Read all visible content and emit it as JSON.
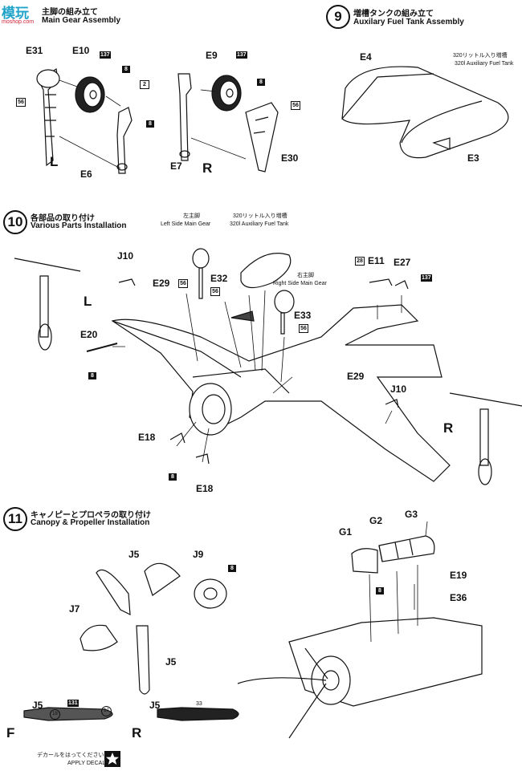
{
  "watermark": {
    "logo": "模玩",
    "url": "moshop.com"
  },
  "step8": {
    "title_jp": "主脚の組み立て",
    "title_en": "Main Gear Assembly"
  },
  "step9": {
    "num": "9",
    "title_jp": "増槽タンクの組み立て",
    "title_en": "Auxilary Fuel Tank Assembly",
    "note_jp": "320リットル入り増槽",
    "note_en": "320l Auxiliary Fuel Tank"
  },
  "step10": {
    "num": "10",
    "title_jp": "各部品の取り付け",
    "title_en": "Various Parts Installation",
    "left_gear_jp": "左主脚",
    "left_gear_en": "Left Side Main Gear",
    "tank_jp": "320リットル入り増槽",
    "tank_en": "320l Auxiliary Fuel Tank",
    "right_gear_jp": "右主脚",
    "right_gear_en": "Right Side Main Gear"
  },
  "step11": {
    "num": "11",
    "title_jp": "キャノピーとプロペラの取り付け",
    "title_en": "Canopy & Propeller Installation"
  },
  "parts": {
    "E31": "E31",
    "E10": "E10",
    "E9": "E9",
    "E6": "E6",
    "E7": "E7",
    "E30": "E30",
    "E4": "E4",
    "E3": "E3",
    "J10a": "J10",
    "J10b": "J10",
    "E29a": "E29",
    "E29b": "E29",
    "E32": "E32",
    "E33": "E33",
    "E11": "E11",
    "E27": "E27",
    "E20": "E20",
    "E18a": "E18",
    "E18b": "E18",
    "G1": "G1",
    "G2": "G2",
    "G3": "G3",
    "E19": "E19",
    "E36": "E36",
    "J5a": "J5",
    "J5b": "J5",
    "J5c": "J5",
    "J5d": "J5",
    "J9": "J9",
    "J7": "J7"
  },
  "sides": {
    "L1": "L",
    "R1": "R",
    "L2": "L",
    "R2": "R",
    "F": "F",
    "R3": "R"
  },
  "colors": {
    "c137a": "137",
    "c137b": "137",
    "c8a": "8",
    "c8b": "8",
    "c2": "2",
    "c56a": "56",
    "c56b": "56",
    "c8c": "8",
    "c56c": "56",
    "c56d": "56",
    "c56e": "56",
    "c28": "28",
    "c137c": "137",
    "c8d": "8",
    "c8e": "8",
    "c8f": "8",
    "c8g": "8",
    "c131": "131",
    "c18": "18",
    "c17": "17",
    "c33": "33"
  },
  "decal": {
    "jp": "デカールをはってください。",
    "en": "APPLY DECAL"
  }
}
